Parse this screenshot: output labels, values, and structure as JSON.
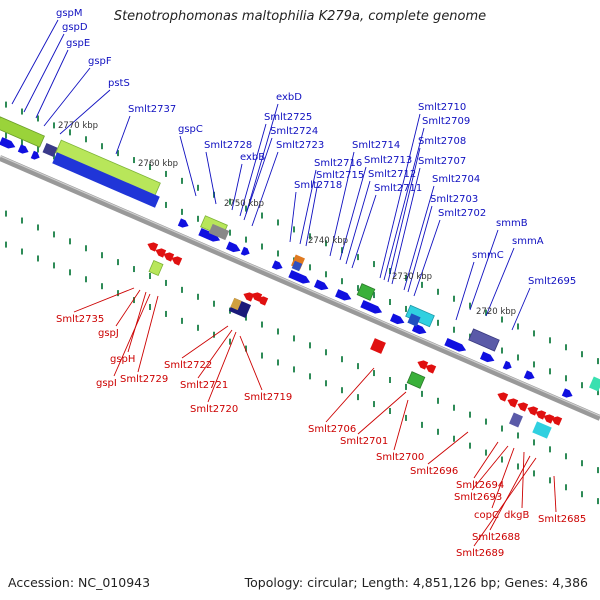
{
  "title": "Stenotrophomonas maltophilia K279a, complete genome",
  "footer": {
    "accession": "Accession: NC_010943",
    "topology": "Topology: circular; Length: 4,851,126 bp; Genes: 4,386"
  },
  "colors": {
    "forward_gene": "#1010e0",
    "reverse_gene": "#e01010",
    "backbone": "#999999",
    "tick": "#2e8b57",
    "label_forward": "#1010c0",
    "label_reverse": "#cc0000"
  },
  "kbp_ticks": [
    "2770 kbp",
    "2760 kbp",
    "2750 kbp",
    "2740 kbp",
    "2730 kbp",
    "2720 kbp"
  ],
  "forward_labels": [
    "gspM",
    "gspD",
    "gspE",
    "gspF",
    "pstS",
    "Smlt2737",
    "gspC",
    "Smlt2728",
    "exbB",
    "exbD",
    "Smlt2725",
    "Smlt2724",
    "Smlt2723",
    "Smlt2718",
    "Smlt2716",
    "Smlt2715",
    "Smlt2714",
    "Smlt2713",
    "Smlt2712",
    "Smlt2711",
    "Smlt2710",
    "Smlt2709",
    "Smlt2708",
    "Smlt2707",
    "Smlt2704",
    "Smlt2703",
    "Smlt2702",
    "smmB",
    "smmA",
    "smmC",
    "Smlt2695"
  ],
  "reverse_labels": [
    "Smlt2735",
    "gspJ",
    "gspH",
    "gspI",
    "Smlt2729",
    "Smlt2722",
    "Smlt2721",
    "Smlt2720",
    "Smlt2719",
    "Smlt2706",
    "Smlt2701",
    "Smlt2700",
    "Smlt2696",
    "Smlt2694",
    "Smlt2693",
    "copC",
    "dkgB",
    "Smlt2688",
    "Smlt2689",
    "Smlt2685"
  ]
}
